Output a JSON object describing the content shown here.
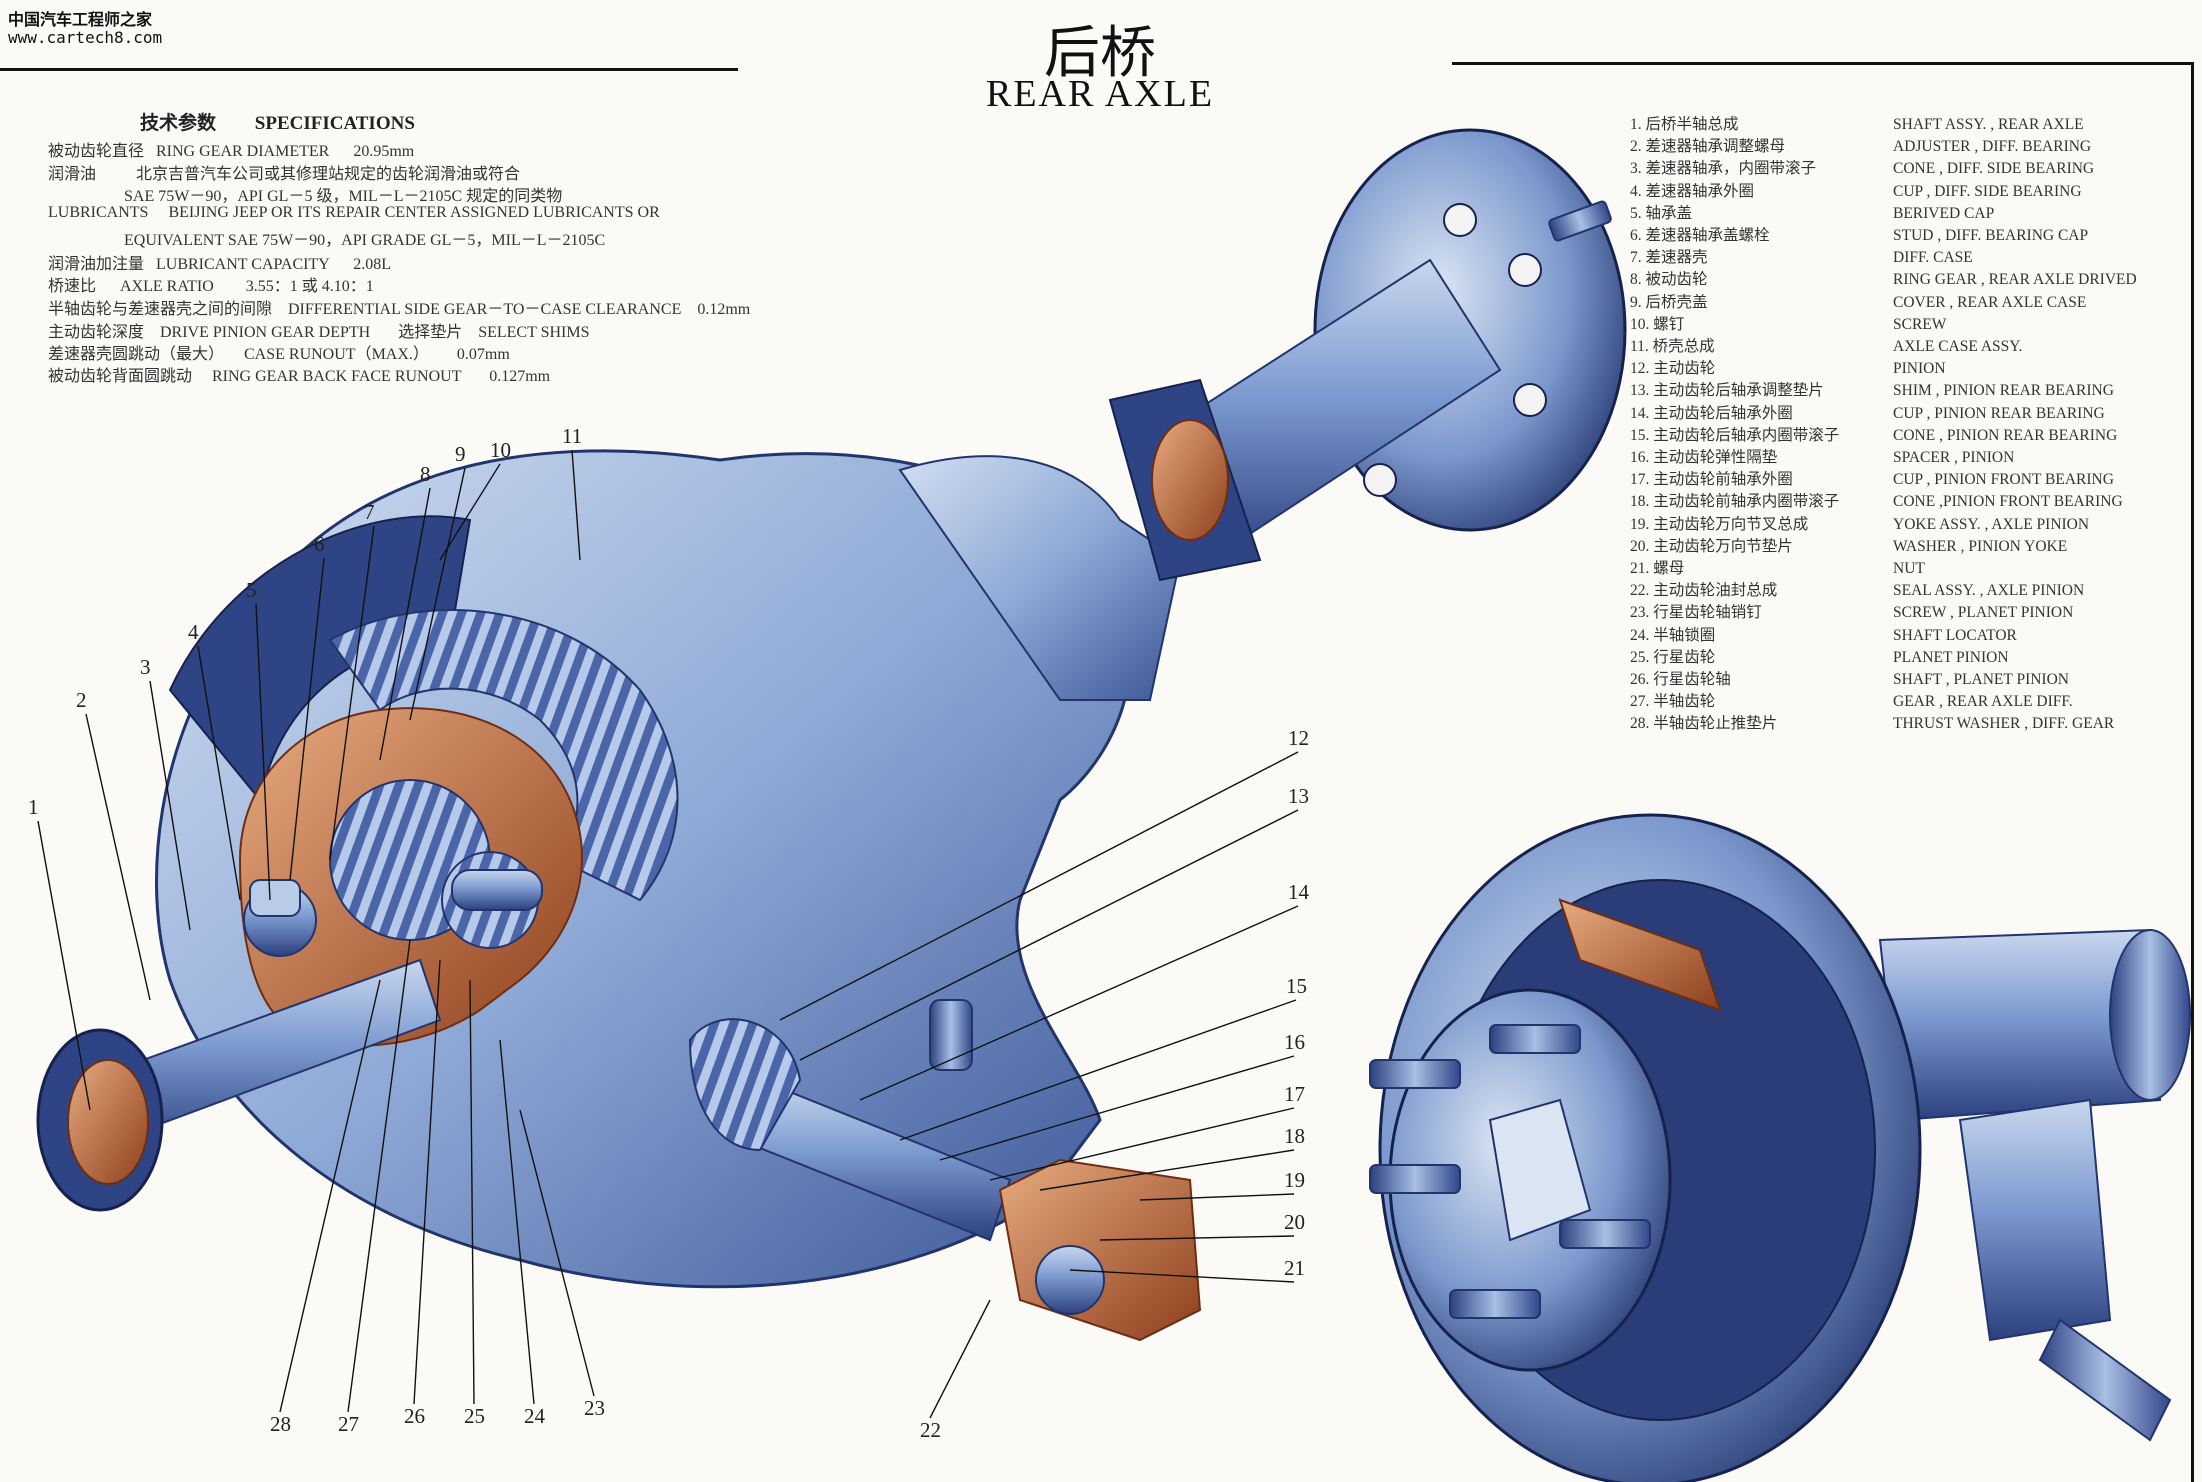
{
  "watermark": {
    "line1": "中国汽车工程师之家",
    "line2": "www.cartech8.com"
  },
  "title": {
    "cn": "后桥",
    "en": "REAR AXLE"
  },
  "spec_heading": {
    "cn": "技术参数",
    "en": "SPECIFICATIONS"
  },
  "specs": [
    "被动齿轮直径   RING GEAR DIAMETER      20.95mm",
    "润滑油          北京吉普汽车公司或其修理站规定的齿轮润滑油或符合",
    "                   SAE 75W－90，API GL－5 级，MIL－L－2105C 规定的同类物",
    "LUBRICANTS     BEIJING JEEP OR ITS REPAIR CENTER ASSIGNED LUBRICANTS OR",
    "                   EQUIVALENT SAE 75W－90，API GRADE GL－5，MIL－L－2105C",
    "润滑油加注量   LUBRICANT CAPACITY      2.08L",
    "桥速比      AXLE RATIO        3.55：1 或 4.10：1",
    "半轴齿轮与差速器壳之间的间隙    DIFFERENTIAL SIDE GEAR－TO－CASE CLEARANCE    0.12mm",
    "主动齿轮深度    DRIVE PINION GEAR DEPTH       选择垫片    SELECT SHIMS",
    "差速器壳圆跳动（最大）     CASE RUNOUT（MAX.）       0.07mm",
    "被动齿轮背面圆跳动     RING GEAR BACK FACE RUNOUT       0.127mm"
  ],
  "parts": [
    {
      "cn": "1. 后桥半轴总成",
      "en": "SHAFT ASSY. , REAR AXLE"
    },
    {
      "cn": "2. 差速器轴承调整螺母",
      "en": "ADJUSTER , DIFF. BEARING"
    },
    {
      "cn": "3. 差速器轴承，内圈带滚子",
      "en": "CONE , DIFF. SIDE BEARING"
    },
    {
      "cn": "4. 差速器轴承外圈",
      "en": "CUP , DIFF. SIDE BEARING"
    },
    {
      "cn": "5. 轴承盖",
      "en": "BERIVED CAP"
    },
    {
      "cn": "6. 差速器轴承盖螺栓",
      "en": "STUD , DIFF. BEARING CAP"
    },
    {
      "cn": "7. 差速器壳",
      "en": "DIFF. CASE"
    },
    {
      "cn": "8. 被动齿轮",
      "en": "RING GEAR , REAR AXLE DRIVED"
    },
    {
      "cn": "9. 后桥壳盖",
      "en": "COVER , REAR AXLE CASE"
    },
    {
      "cn": "10. 螺钉",
      "en": "SCREW"
    },
    {
      "cn": "11. 桥壳总成",
      "en": "AXLE CASE ASSY."
    },
    {
      "cn": "12. 主动齿轮",
      "en": "PINION"
    },
    {
      "cn": "13. 主动齿轮后轴承调整垫片",
      "en": "SHIM , PINION REAR BEARING"
    },
    {
      "cn": "14. 主动齿轮后轴承外圈",
      "en": "CUP , PINION REAR BEARING"
    },
    {
      "cn": "15. 主动齿轮后轴承内圈带滚子",
      "en": "CONE , PINION REAR BEARING"
    },
    {
      "cn": "16. 主动齿轮弹性隔垫",
      "en": "SPACER , PINION"
    },
    {
      "cn": "17. 主动齿轮前轴承外圈",
      "en": "CUP , PINION FRONT BEARING"
    },
    {
      "cn": "18. 主动齿轮前轴承内圈带滚子",
      "en": "CONE ,PINION FRONT BEARING"
    },
    {
      "cn": "19. 主动齿轮万向节叉总成",
      "en": "YOKE ASSY. , AXLE PINION"
    },
    {
      "cn": "20. 主动齿轮万向节垫片",
      "en": "WASHER , PINION YOKE"
    },
    {
      "cn": "21. 螺母",
      "en": "NUT"
    },
    {
      "cn": "22. 主动齿轮油封总成",
      "en": "SEAL ASSY. , AXLE PINION"
    },
    {
      "cn": "23. 行星齿轮轴销钉",
      "en": "SCREW , PLANET PINION"
    },
    {
      "cn": "24. 半轴锁圈",
      "en": "SHAFT LOCATOR"
    },
    {
      "cn": "25. 行星齿轮",
      "en": "PLANET PINION"
    },
    {
      "cn": "26. 行星齿轮轴",
      "en": "SHAFT , PLANET PINION"
    },
    {
      "cn": "27. 半轴齿轮",
      "en": "GEAR , REAR AXLE DIFF."
    },
    {
      "cn": "28. 半轴齿轮止推垫片",
      "en": "THRUST WASHER , DIFF. GEAR"
    }
  ],
  "callouts": [
    "1",
    "2",
    "3",
    "4",
    "5",
    "6",
    "7",
    "8",
    "9",
    "10",
    "11",
    "12",
    "13",
    "14",
    "15",
    "16",
    "17",
    "18",
    "19",
    "20",
    "21",
    "22",
    "23",
    "24",
    "25",
    "26",
    "27",
    "28"
  ],
  "colors": {
    "steel": "#6e8fc4",
    "steel_dark": "#2b3f78",
    "steel_light": "#b9cbe6",
    "copper": "#a8552c",
    "copper_light": "#e3a277"
  }
}
